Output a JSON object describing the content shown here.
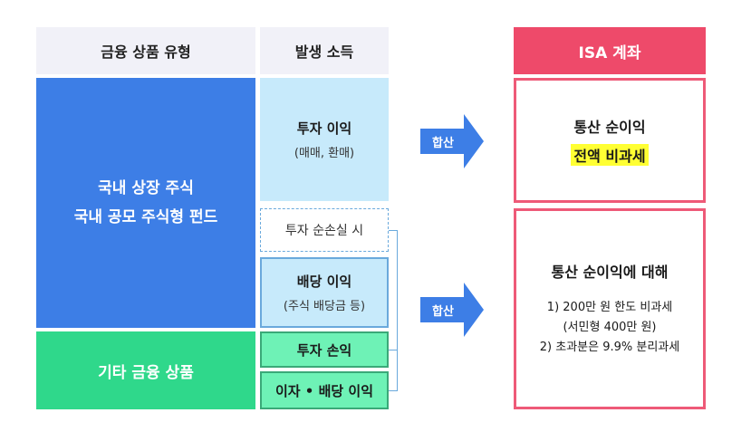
{
  "headers": {
    "product_type": "금융 상품 유형",
    "income": "발생 소득",
    "isa": "ISA 계좌"
  },
  "products": {
    "domestic_line1": "국내 상장 주식",
    "domestic_line2": "국내 공모 주식형 펀드",
    "other": "기타 금융 상품"
  },
  "incomes": {
    "trading_gain": "투자 이익",
    "trading_gain_sub": "(매매, 환매)",
    "net_loss": "투자 순손실 시",
    "dividend": "배당 이익",
    "dividend_sub": "(주식 배당금 등)",
    "invest_pl": "투자 손익",
    "interest_dividend": "이자 • 배당 이익"
  },
  "arrows": {
    "top": "합산",
    "bottom": "합산"
  },
  "isa_boxes": {
    "top_title": "통산 순이익",
    "top_highlight": "전액 비과세",
    "bottom_title": "통산 순이익에 대해",
    "bottom_line1": "1) 200만 원 한도 비과세",
    "bottom_line2": "(서민형 400만 원)",
    "bottom_line3": "2) 초과분은 9.9% 분리과세"
  },
  "colors": {
    "domestic_blue": "#3d7ee6",
    "other_green": "#2fd88b",
    "isa_pink": "#ee4a6a",
    "arrow_blue": "#3d7ee6",
    "highlight_yellow": "#ffff33"
  }
}
